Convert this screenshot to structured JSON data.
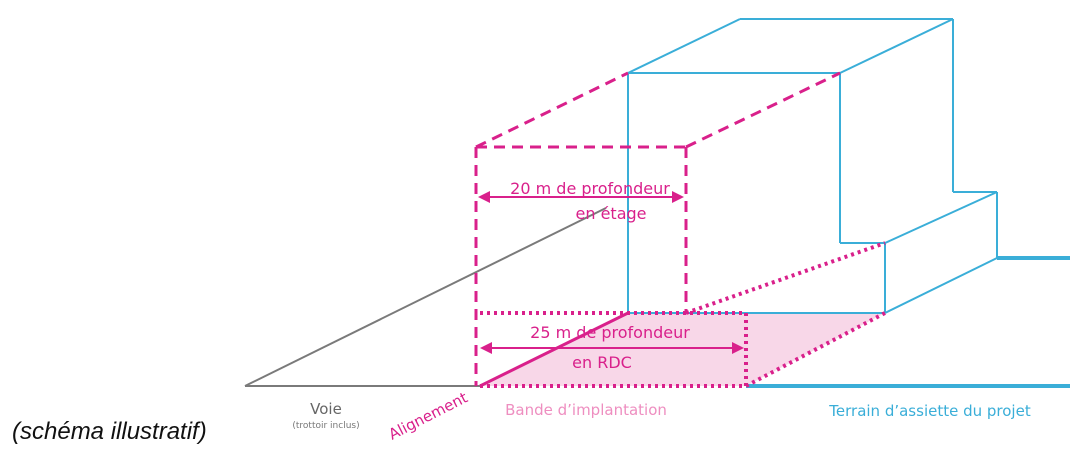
{
  "caption": "(schéma illustratif)",
  "labels": {
    "depth_upper_line1": "20 m de profondeur",
    "depth_upper_line2": "en étage",
    "depth_ground_line1": "25 m de profondeur",
    "depth_ground_line2": "en RDC",
    "road": "Voie",
    "road_sub": "(trottoir inclus)",
    "alignment": "Alignement",
    "setback_band": "Bande d’implantation",
    "plot": "Terrain d’assiette du projet"
  },
  "colors": {
    "magenta": "#d9208b",
    "blue": "#3aaed8",
    "grey": "#7a7a7a",
    "pink_fill": "#f8d7e8",
    "pink_text": "#ee8ec0"
  }
}
